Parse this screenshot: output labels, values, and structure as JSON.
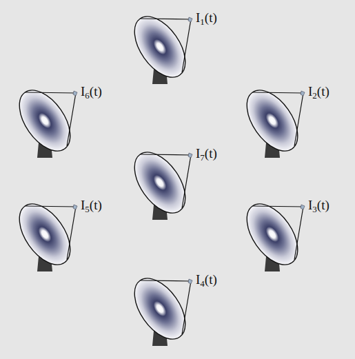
{
  "diagram": {
    "labels": [
      "I1(t)",
      "I2(t)",
      "I3(t)",
      "I4(t)",
      "I5(t)",
      "I6(t)",
      "I7(t)"
    ]
  }
}
